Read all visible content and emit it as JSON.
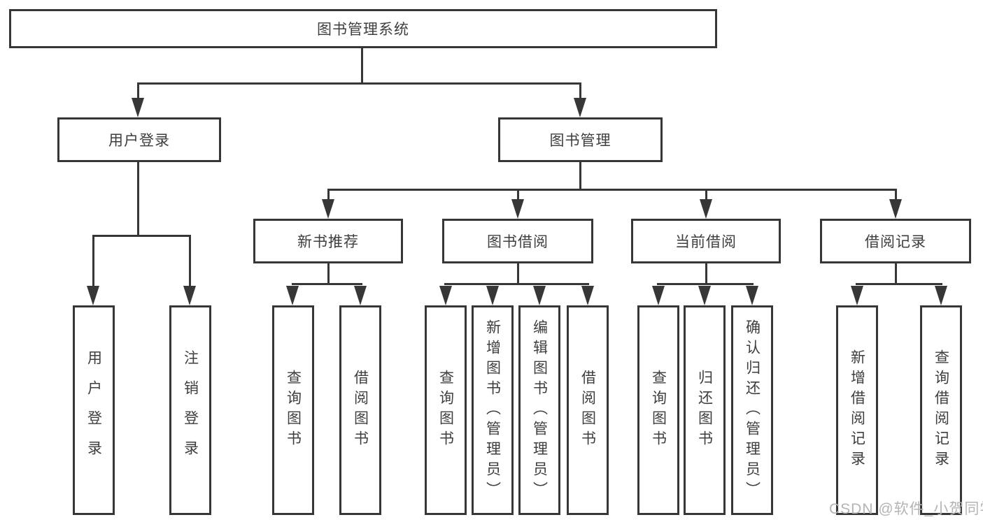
{
  "diagram": {
    "title": "图书管理系统",
    "branches": {
      "user_login": {
        "label": "用户登录",
        "children": [
          "用户登录",
          "注销登录"
        ]
      },
      "book_mgmt": {
        "label": "图书管理",
        "children": {
          "new_book": {
            "label": "新书推荐",
            "children": [
              "查询图书",
              "借阅图书"
            ]
          },
          "book_borrow": {
            "label": "图书借阅",
            "children": [
              "查询图书",
              "新增图书（管理员）",
              "编辑图书（管理员）",
              "借阅图书"
            ]
          },
          "current_borrow": {
            "label": "当前借阅",
            "children": [
              "查询图书",
              "归还图书",
              "确认归还（管理员）"
            ]
          },
          "borrow_record": {
            "label": "借阅记录",
            "children": [
              "新增借阅记录",
              "查询借阅记录"
            ]
          }
        }
      }
    }
  },
  "watermark": "CSDN @软件_小贺同学",
  "colors": {
    "line": "#373737",
    "text": "#3e3e3e",
    "watermark": "#b4b4b4",
    "background": "#ffffff"
  }
}
